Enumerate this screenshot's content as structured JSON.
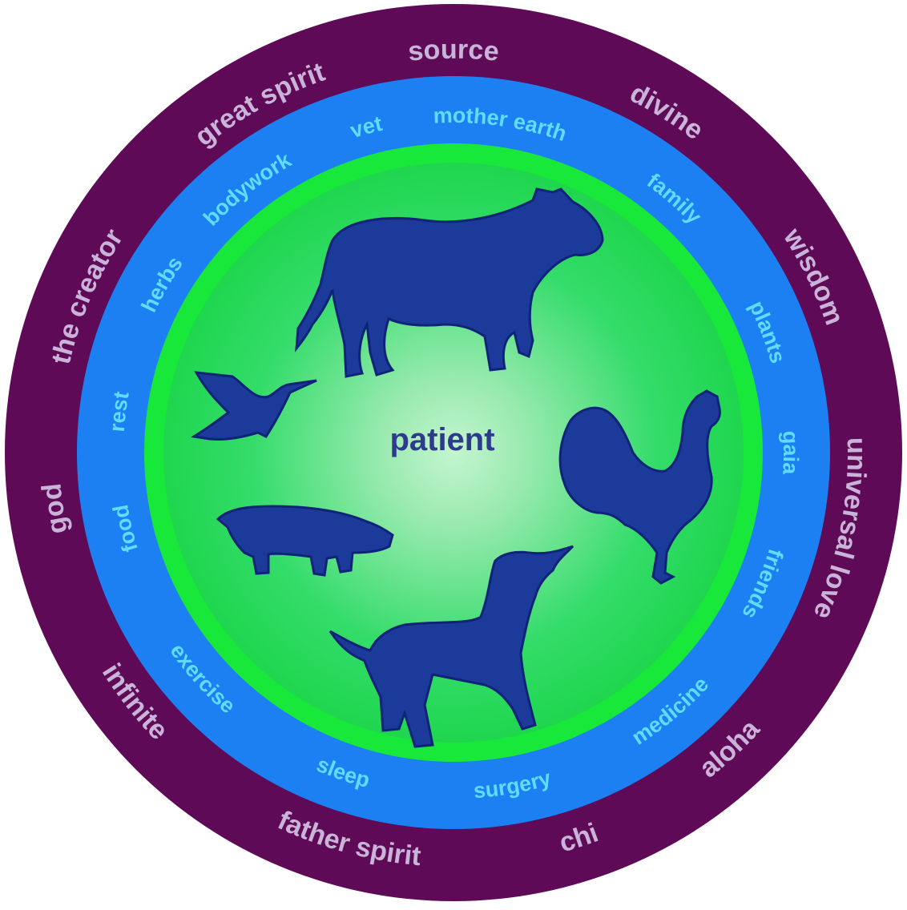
{
  "diagram": {
    "center_label": "patient",
    "colors": {
      "outer_ring": "#5e0a57",
      "middle_ring": "#1d80f2",
      "inner_ring": "#17e83a",
      "center_glow": "#b8f2c2",
      "outer_text": "#c9b3d8",
      "middle_text": "#5fdcff",
      "center_text": "#2e3a8c",
      "animals": "#1c3a9a"
    },
    "outer_ring_words": [
      {
        "text": "source",
        "angle": 0
      },
      {
        "text": "divine",
        "angle": 32
      },
      {
        "text": "wisdom",
        "angle": 64
      },
      {
        "text": "universal love",
        "angle": 101
      },
      {
        "text": "aloha",
        "angle": 137
      },
      {
        "text": "chi",
        "angle": 162
      },
      {
        "text": "father spirit",
        "angle": 195
      },
      {
        "text": "infinite",
        "angle": 232
      },
      {
        "text": "god",
        "angle": 262
      },
      {
        "text": "the creator",
        "angle": 293
      },
      {
        "text": "great spirit",
        "angle": 331
      }
    ],
    "middle_ring_words": [
      {
        "text": "mother earth",
        "angle": 8
      },
      {
        "text": "family",
        "angle": 41
      },
      {
        "text": "plants",
        "angle": 69
      },
      {
        "text": "gaia",
        "angle": 90
      },
      {
        "text": "friends",
        "angle": 113
      },
      {
        "text": "medicine",
        "angle": 140
      },
      {
        "text": "surgery",
        "angle": 170
      },
      {
        "text": "sleep",
        "angle": 199
      },
      {
        "text": "exercise",
        "angle": 228
      },
      {
        "text": "food",
        "angle": 257
      },
      {
        "text": "rest",
        "angle": 277
      },
      {
        "text": "herbs",
        "angle": 300
      },
      {
        "text": "bodywork",
        "angle": 322
      },
      {
        "text": "vet",
        "angle": 345
      }
    ],
    "animals": [
      "cow-icon",
      "hummingbird-icon",
      "rooster-icon",
      "pig-icon",
      "dog-icon"
    ]
  }
}
